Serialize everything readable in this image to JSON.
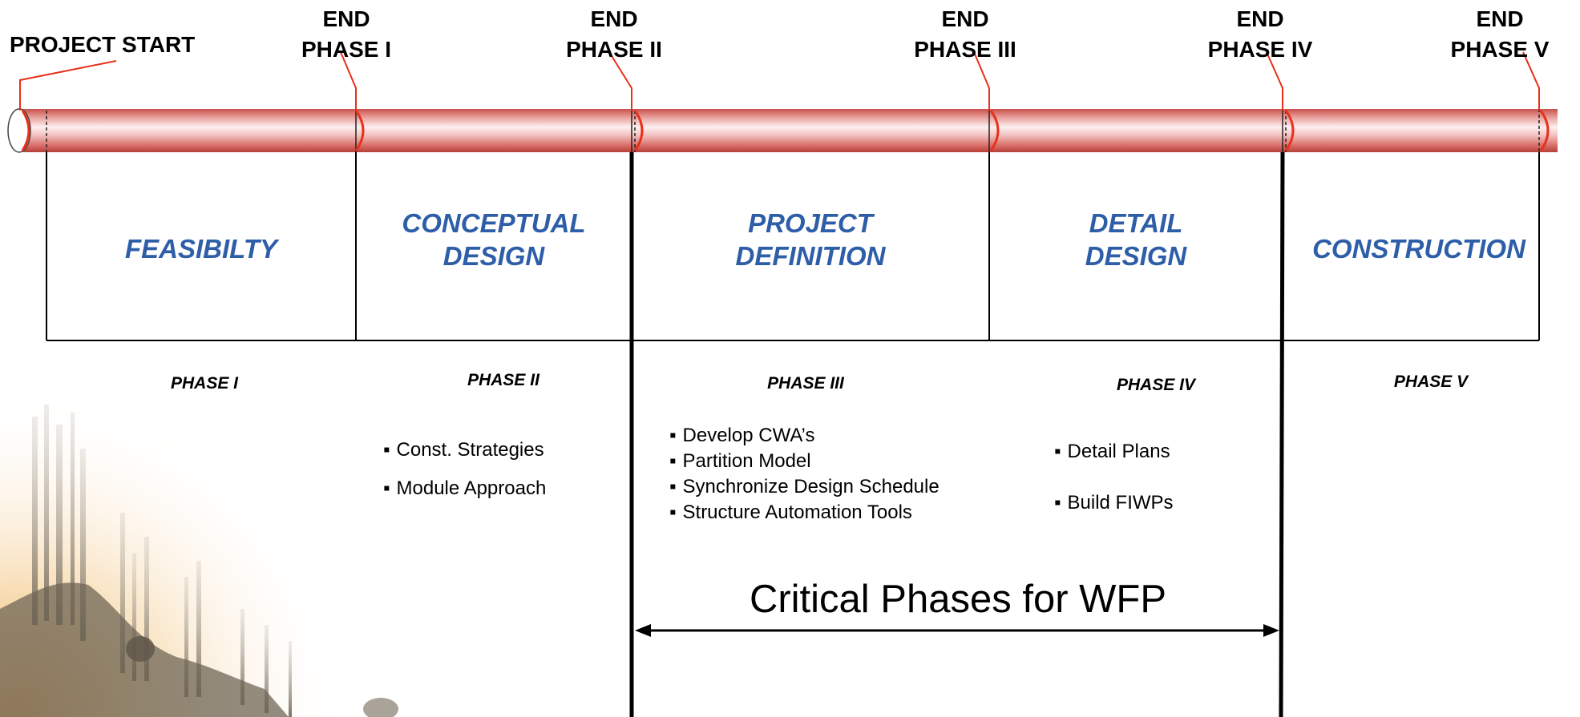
{
  "project_start": "PROJECT START",
  "milestones": [
    {
      "line1": "END",
      "line2": "PHASE I"
    },
    {
      "line1": "END",
      "line2": "PHASE II"
    },
    {
      "line1": "END",
      "line2": "PHASE III"
    },
    {
      "line1": "END",
      "line2": "PHASE IV"
    },
    {
      "line1": "END",
      "line2": "PHASE V"
    }
  ],
  "phases": [
    {
      "title_line1": "FEASIBILTY",
      "title_line2": "",
      "label": "PHASE I",
      "items": []
    },
    {
      "title_line1": "CONCEPTUAL",
      "title_line2": "DESIGN",
      "label": "PHASE II",
      "items": [
        "Const. Strategies",
        "Module Approach"
      ]
    },
    {
      "title_line1": "PROJECT",
      "title_line2": "DEFINITION",
      "label": "PHASE III",
      "items": [
        "Develop CWA’s",
        "Partition Model",
        "Synchronize Design Schedule",
        "Structure Automation Tools"
      ]
    },
    {
      "title_line1": "DETAIL",
      "title_line2": "DESIGN",
      "label": "PHASE IV",
      "items": [
        "Detail Plans",
        "Build FIWPs"
      ]
    },
    {
      "title_line1": "CONSTRUCTION",
      "title_line2": "",
      "label": "PHASE V",
      "items": []
    }
  ],
  "critical_label": "Critical Phases for WFP",
  "colors": {
    "pipe_dark": "#c0392b",
    "pipe_light": "#fbe3e3",
    "pipe_ring": "#e8301a",
    "phase_title": "#2e5ea8",
    "background_tint": "#f3c98a"
  }
}
